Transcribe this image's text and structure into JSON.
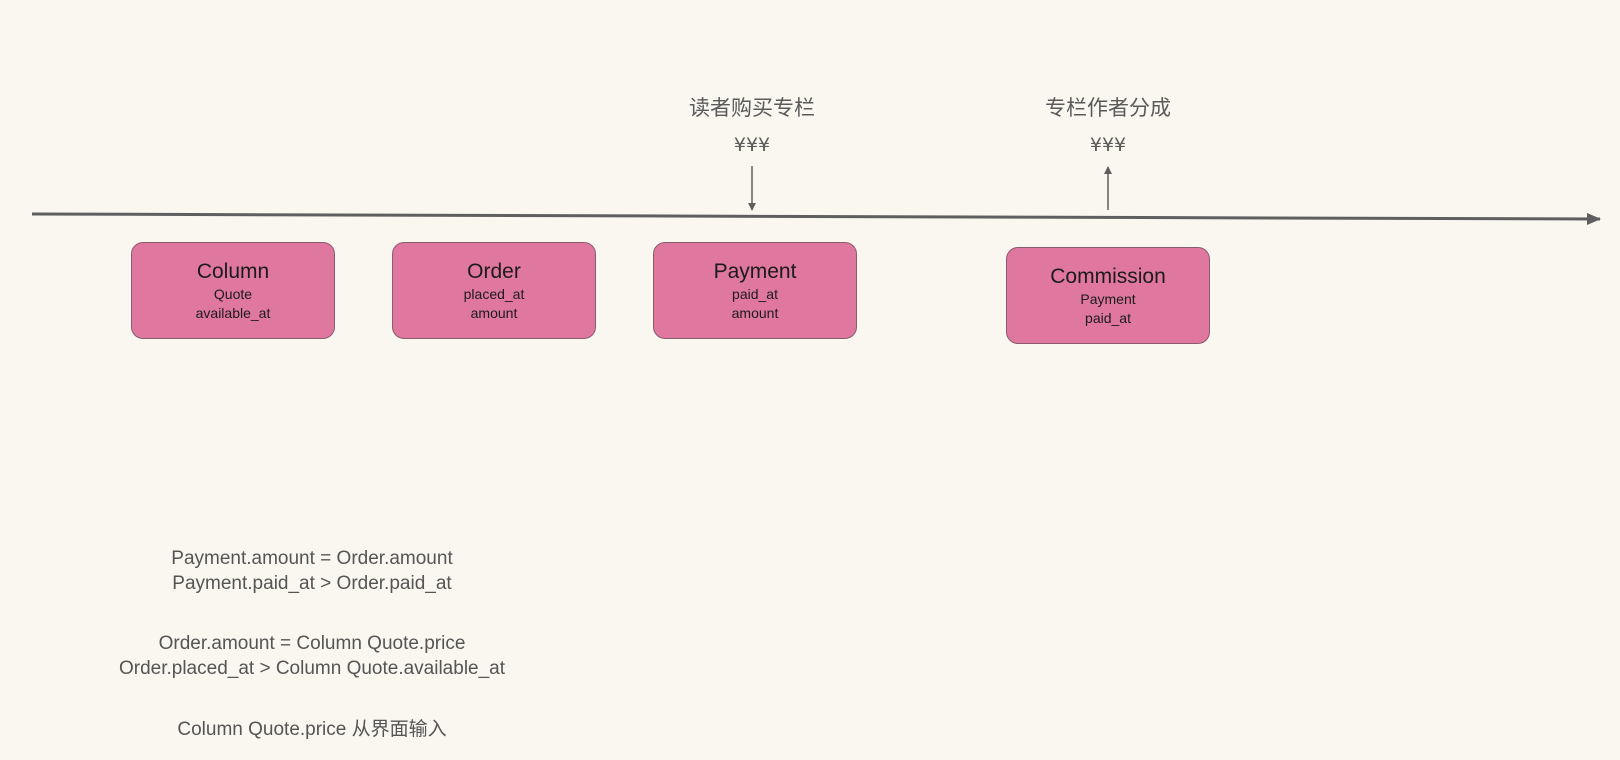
{
  "events": [
    {
      "label": "读者购买专栏",
      "amount": "¥¥¥",
      "direction": "in"
    },
    {
      "label": "专栏作者分成",
      "amount": "¥¥¥",
      "direction": "out"
    }
  ],
  "entities": [
    {
      "title": "Column",
      "fields": [
        "Quote",
        "available_at"
      ]
    },
    {
      "title": "Order",
      "fields": [
        "placed_at",
        "amount"
      ]
    },
    {
      "title": "Payment",
      "fields": [
        "paid_at",
        "amount"
      ]
    },
    {
      "title": "Commission",
      "fields": [
        "Payment",
        "paid_at"
      ]
    }
  ],
  "rules": [
    {
      "line1": "Payment.amount = Order.amount",
      "line2": "Payment.paid_at > Order.paid_at"
    },
    {
      "line1": "Order.amount = Column Quote.price",
      "line2": "Order.placed_at > Column Quote.available_at"
    },
    {
      "line1": "Column Quote.price 从界面输入"
    }
  ],
  "colors": {
    "background": "#faf7f1",
    "box_fill": "#df779f",
    "box_border": "#8a5c6d",
    "line": "#5f5f5f",
    "text": "#555555"
  }
}
